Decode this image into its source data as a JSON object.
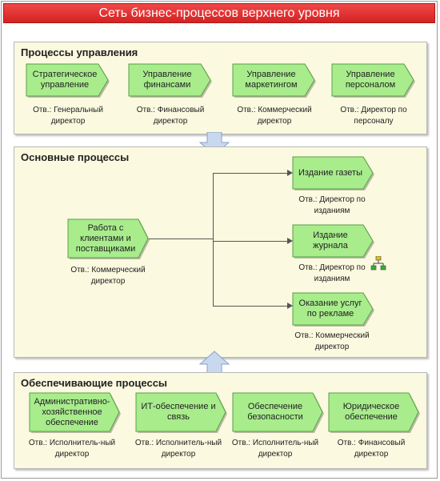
{
  "title": "Сеть бизнес-процессов верхнего уровня",
  "sections": {
    "management": {
      "title": "Процессы управления",
      "processes": [
        {
          "label": "Стратегическое управление",
          "resp": "Отв.: Генеральный директор"
        },
        {
          "label": "Управление финансами",
          "resp": "Отв.: Финансовый директор"
        },
        {
          "label": "Управление маркетингом",
          "resp": "Отв.: Коммерческий директор"
        },
        {
          "label": "Управление персоналом",
          "resp": "Отв.: Директор по персоналу"
        }
      ]
    },
    "core": {
      "title": "Основные процессы",
      "source": {
        "label": "Работа с клиентами и поставщиками",
        "resp": "Отв.: Коммерческий директор"
      },
      "targets": [
        {
          "label": "Издание газеты",
          "resp": "Отв.: Директор по изданиям"
        },
        {
          "label": "Издание журнала",
          "resp": "Отв.: Директор по изданиям"
        },
        {
          "label": "Оказание услуг по рекламе",
          "resp": "Отв.: Коммерческий директор"
        }
      ]
    },
    "support": {
      "title": "Обеспечивающие процессы",
      "processes": [
        {
          "label": "Административно-хозяйственное обеспечение",
          "resp": "Отв.: Исполнитель-ный директор"
        },
        {
          "label": "ИТ-обеспечение и связь",
          "resp": "Отв.: Исполнитель-ный директор"
        },
        {
          "label": "Обеспечение безопасности",
          "resp": "Отв.: Исполнитель-ный директор"
        },
        {
          "label": "Юридическое обеспечение",
          "resp": "Отв.: Финансовый директор"
        }
      ]
    }
  },
  "colors": {
    "process_fill": "#a8ec8c",
    "process_stroke": "#58a048",
    "section_fill": "#fbf9df",
    "title_fill": "#e03030",
    "arrow_fill": "#c8d8ee"
  }
}
